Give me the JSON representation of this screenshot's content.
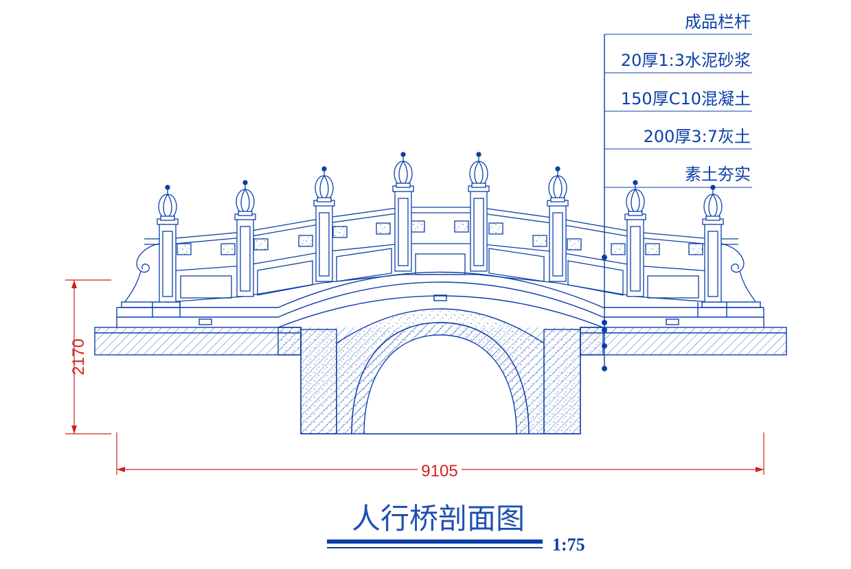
{
  "drawing": {
    "title": "人行桥剖面图",
    "scale": "1:75",
    "colors": {
      "line": "#0b3fa8",
      "dimension": "#d21f1f",
      "hatch": "#3a63c0"
    }
  },
  "layers": [
    {
      "label": "成品栏杆"
    },
    {
      "label": "20厚1:3水泥砂浆"
    },
    {
      "label": "150厚C10混凝土"
    },
    {
      "label": "200厚3:7灰土"
    },
    {
      "label": "素土夯实"
    }
  ],
  "dimensions": {
    "height": "2170",
    "width": "9105"
  }
}
